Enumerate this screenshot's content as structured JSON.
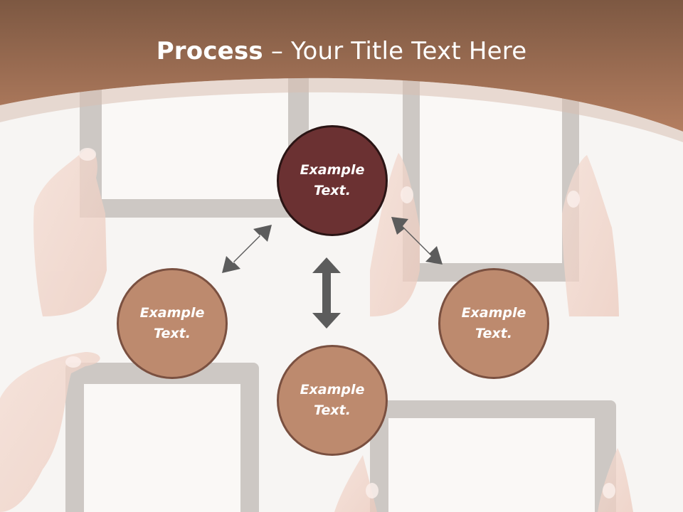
{
  "slide": {
    "title_bold": "Process",
    "title_rest": " – Your Title Text Here"
  },
  "nodes": {
    "top": {
      "line1": "Example",
      "line2": "Text."
    },
    "left": {
      "line1": "Example",
      "line2": "Text."
    },
    "right": {
      "line1": "Example",
      "line2": "Text."
    },
    "bottom": {
      "line1": "Example",
      "line2": "Text."
    }
  },
  "colors": {
    "header_top": "#7d5842",
    "header_bottom": "#b07a5c",
    "node_dark": "#6b3132",
    "node_light": "#bd8a6e",
    "arrow": "#5c5c5c",
    "frame": "#cdc8c4"
  }
}
